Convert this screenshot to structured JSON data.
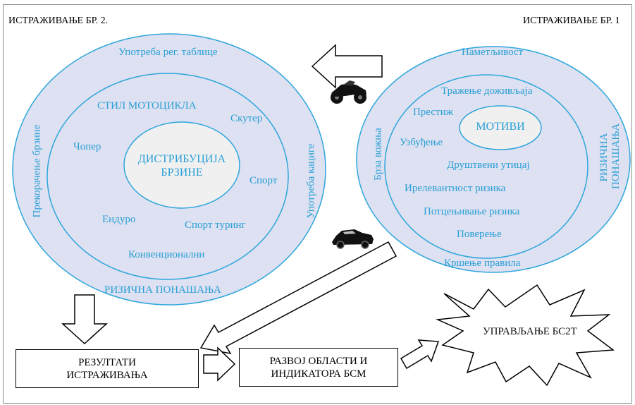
{
  "headers": {
    "left": "ИСТРАЖИВАЊЕ БР. 2.",
    "right": "ИСТРАЖИВАЊЕ БР. 1"
  },
  "left_diagram": {
    "outer_top": "Употреба рег. таблице",
    "outer_bottom": "РИЗИЧНА ПОНАШАЊА",
    "outer_left_vertical": "Прекорачење брзине",
    "outer_right_vertical": "Употреба кациге",
    "inner_title": "СТИЛ МОТОЦИКЛА",
    "styles": [
      "Скутер",
      "Чопер",
      "Спорт",
      "Ендуро",
      "Спорт туринг",
      "Конвенционални"
    ],
    "center_line1": "ДИСТРИБУЦИЈА",
    "center_line2": "БРЗИНЕ"
  },
  "right_diagram": {
    "outer_top": "Наметљивост",
    "outer_bottom": "Кршење правила",
    "outer_left_vertical": "Брза вожња",
    "outer_right_vertical_line1": "РИЗИЧНА",
    "outer_right_vertical_line2": "ПОНАШАЊА",
    "center": "МОТИВИ",
    "motives": [
      "Тражење доживљаја",
      "Престиж",
      "Узбуђење",
      "Друштвени утицај",
      "Ирелевантност ризика",
      "Потцењивање ризика",
      "Поверење"
    ]
  },
  "boxes": {
    "results_line1": "РЕЗУЛТАТИ",
    "results_line2": "ИСТРАЖИВАЊА",
    "development_line1": "РАЗВОЈ ОБЛАСТИ И",
    "development_line2": "ИНДИКАТОРА БСМ"
  },
  "star_label": "УПРАВЉАЊЕ БС2Т",
  "colors": {
    "ellipse_fill": "#dde1f1",
    "ellipse_stroke": "#2ea6dc",
    "inner_fill": "#f0f0f0",
    "text_blue": "#2a9fd6"
  },
  "icons": [
    "motorcycle-icon",
    "car-icon"
  ]
}
